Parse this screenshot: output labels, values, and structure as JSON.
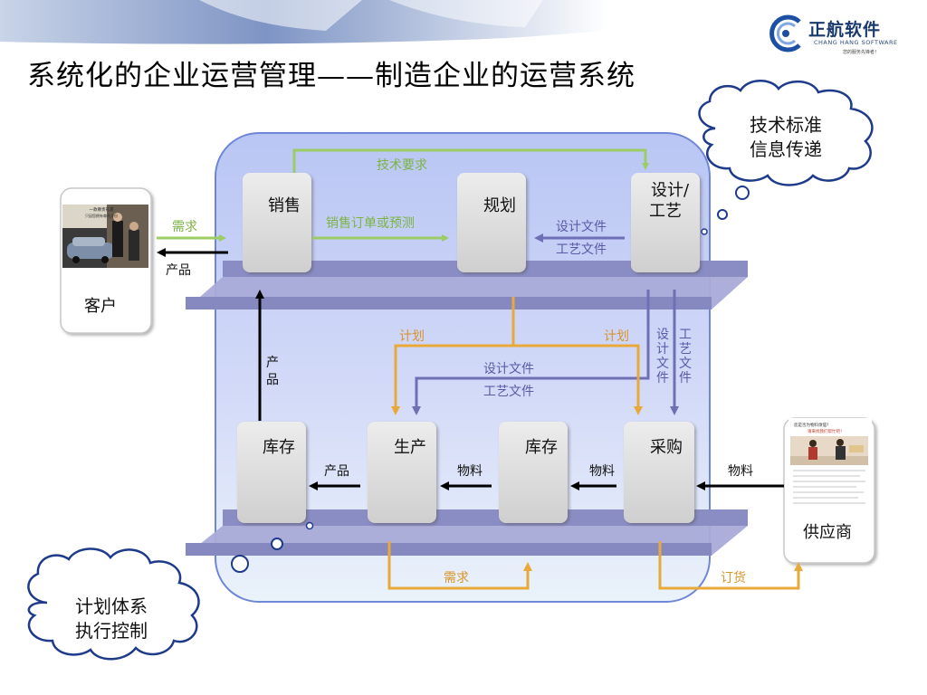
{
  "header": {
    "title": "系统化的企业运营管理——制造企业的运营系统",
    "logo": {
      "text": "正航软件",
      "subtitle": "CHANG HANG SOFTWARE",
      "tagline": "您的服务先锋者！"
    }
  },
  "colors": {
    "green": "#9ccc65",
    "purple": "#6f6fb6",
    "orange": "#e8a93a",
    "black": "#000000",
    "frame": "#6f86d6",
    "shelf": "#8d90c4"
  },
  "boxes": {
    "sales": "销售",
    "planning": "规划",
    "design": [
      "设计/",
      "工艺"
    ],
    "inventory_left": "库存",
    "production": "生产",
    "inventory_mid": "库存",
    "purchasing": "采购"
  },
  "customer": {
    "label": "客户",
    "photo_caption": [
      "一款尊贵礼遇",
      "只因您拥有尊贵身份"
    ]
  },
  "supplier": {
    "label": "供应商",
    "photo_caption": [
      "您是否为物料烦恼？",
      "请来找我们帮忙吧！"
    ]
  },
  "flows": {
    "demand_in": "需求",
    "product_out": "产品",
    "tech_requirements": "技术要求",
    "sales_orders": "销售订单或预测",
    "design_docs": "设计文件",
    "process_docs": "工艺文件",
    "plan_left": "计划",
    "plan_right": "计划",
    "design_docs_mid": "设计文件",
    "process_docs_mid": "工艺文件",
    "design_vertical": [
      "设",
      "计",
      "文",
      "件"
    ],
    "process_vertical": [
      "工",
      "艺",
      "文",
      "件"
    ],
    "product_vertical": [
      "产",
      "品"
    ],
    "product_bottom": "产品",
    "materials_1": "物料",
    "materials_2": "物料",
    "materials_3": "物料",
    "demand_bottom": "需求",
    "order_bottom": "订货"
  },
  "clouds": {
    "tech_standard": [
      "技术标准",
      "信息传递"
    ],
    "plan_system": [
      "计划体系",
      "执行控制"
    ]
  }
}
